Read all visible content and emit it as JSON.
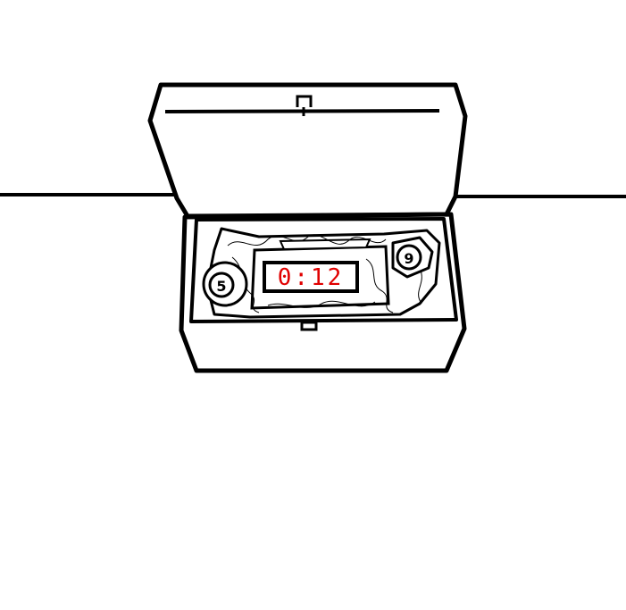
{
  "scene": {
    "background_color": "#ffffff",
    "line_color": "#000000",
    "accent_color": "#e00000"
  },
  "bomb": {
    "timer_display": "0:12",
    "left_dial_label": "5",
    "right_dial_label": "9"
  },
  "icons": {
    "latch": "latch-icon",
    "left_dial": "dial-icon",
    "right_dial": "dial-icon",
    "wires": "wire-icon",
    "lock": "lock-icon"
  }
}
